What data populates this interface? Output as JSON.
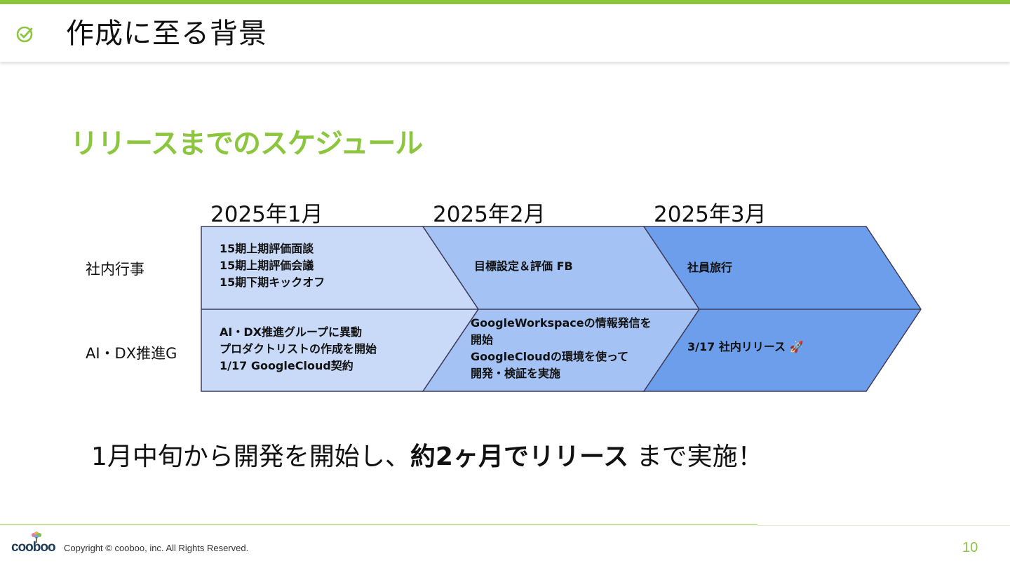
{
  "header": {
    "title": "作成に至る背景",
    "icon": "check-circle-icon",
    "accent_color": "#8cc63f"
  },
  "section": {
    "title": "リリースまでのスケジュール"
  },
  "schedule": {
    "months": [
      "2025年1月",
      "2025年2月",
      "2025年3月"
    ],
    "rows": [
      {
        "label": "社内行事",
        "cells": [
          [
            "15期上期評価面談",
            "15期上期評価会議",
            "15期下期キックオフ"
          ],
          [
            "目標設定＆評価 FB"
          ],
          [
            "社員旅行"
          ]
        ]
      },
      {
        "label": "AI・DX推進G",
        "cells": [
          [
            "AI・DX推進グループに異動",
            "プロダクトリストの作成を開始",
            "1/17 GoogleCloud契約"
          ],
          [
            "GoogleWorkspaceの情報発信を",
            "開始",
            "GoogleCloudの環境を使って",
            "開発・検証を実施"
          ],
          [
            "3/17 社内リリース 🚀"
          ]
        ]
      }
    ],
    "colors": [
      "#c9daf8",
      "#a4c2f4",
      "#6d9eeb"
    ],
    "border_color": "#3d3d5c"
  },
  "summary": {
    "part1": "1月中旬から開発を開始し、",
    "bold": "約2ヶ月でリリース",
    "part2": "まで実施！"
  },
  "footer": {
    "logo_text": "cooboo",
    "copyright": "Copyright © cooboo, inc. All Rights Reserved.",
    "page_number": "10"
  }
}
